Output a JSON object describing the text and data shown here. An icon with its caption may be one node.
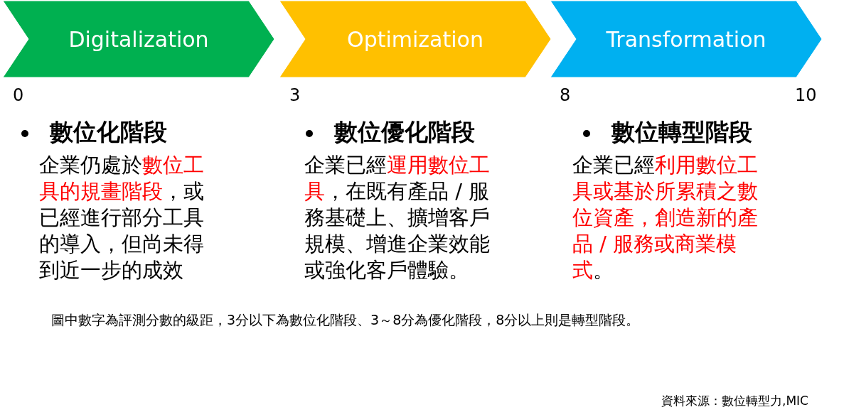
{
  "diagram": {
    "nodes": [
      {
        "text": [
          "Digitalization"
        ]
      },
      {
        "text": [
          "Optimization"
        ]
      },
      {
        "text": [
          "Transformation"
        ]
      }
    ],
    "edges": [],
    "labels": [
      "0",
      "3",
      "8",
      "10",
      "數位化階段",
      "企業仍處於**數位工具的規畫階段**，或已經進行部分工具的導入，但尚未得到近一步的成效",
      "數位優化階段",
      "企業已經**運用數位工具**，在既有產品 / 服務基礎上、擴增客戶規模、增進企業效能或強化客戶體驗。",
      "數位轉型階段",
      "企業已經**利用數位工具或基於所累積之數位資產，創造新的產品 / 服務或商業模式**。",
      "圖中數字為評測分數的級距，3分以下為數位化階段、3～8分為優化階段，8分以上則是轉型階段。",
      "資料來源：數位轉型力,MIC"
    ]
  }
}
